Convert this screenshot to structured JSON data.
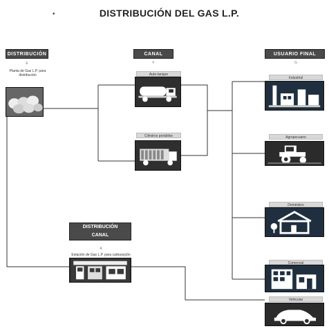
{
  "title": "DISTRIBUCIÓN DEL GAS L.P.",
  "columns": {
    "distribucion": {
      "label": "Distribución",
      "letter": "E",
      "caption": "Planta de Gas L.P. para distribución"
    },
    "canal": {
      "label": "Canal",
      "letter": "F",
      "items": [
        {
          "tag": "Auto-tanque",
          "icon": "tanker-truck-icon"
        },
        {
          "tag": "Cilindros portátiles",
          "icon": "cylinder-truck-icon"
        }
      ]
    },
    "usuario_final": {
      "label": "Usuario Final",
      "letter": "G",
      "items": [
        {
          "tag": "Industrial",
          "icon": "industrial-plant-icon"
        },
        {
          "tag": "Agropecuario",
          "icon": "tractor-icon"
        },
        {
          "tag": "Doméstico",
          "icon": "house-icon"
        },
        {
          "tag": "Comercial",
          "icon": "store-icon"
        },
        {
          "tag": "Vehicular",
          "icon": "car-icon"
        }
      ]
    },
    "canal_distribucion": {
      "line1": "Distribución",
      "line2": "Canal",
      "letter": "A",
      "caption": "Estación de Gas L.P. para carburación"
    }
  },
  "icons": {
    "plant": "gas-storage-spheres-icon",
    "station": "gas-station-icon"
  }
}
